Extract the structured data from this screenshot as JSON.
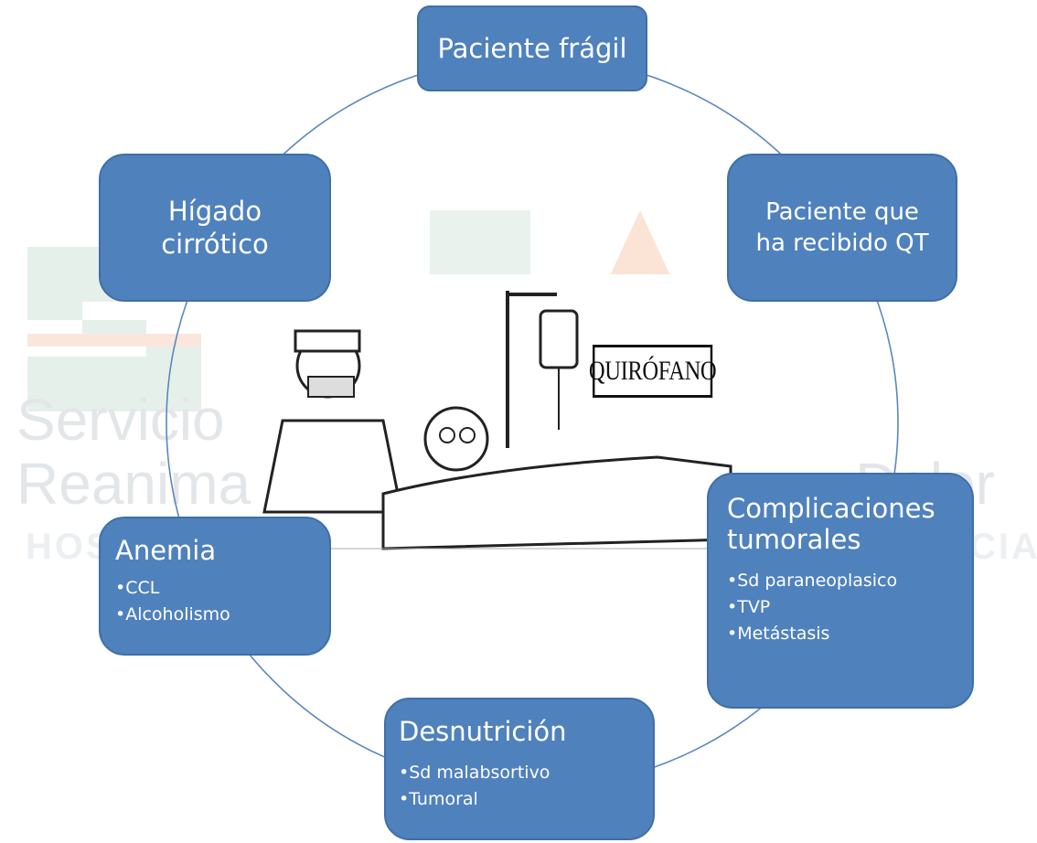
{
  "watermark": {
    "line1": "Servicio",
    "line2": "Reanima",
    "line2_right": "Dolor",
    "line3": "HOS",
    "line3_right": "CIA"
  },
  "nodes": {
    "paciente_fragil": {
      "title": "Paciente frágil"
    },
    "higado_cirrotico": {
      "title": "Hígado cirrótico"
    },
    "paciente_qt": {
      "title": "Paciente que ha recibido QT"
    },
    "anemia": {
      "title": "Anemia",
      "items": [
        "•CCL",
        "•Alcoholismo"
      ]
    },
    "complicaciones": {
      "title": "Complicaciones tumorales",
      "items": [
        "•Sd paraneoplasico",
        "•TVP",
        "•Metástasis"
      ]
    },
    "desnutricion": {
      "title": "Desnutrición",
      "items": [
        "•Sd malabsortivo",
        "•Tumoral"
      ]
    }
  },
  "illustration": {
    "sign_text": "QUIRÓFANO"
  },
  "colors": {
    "box_fill": "#4f81bd",
    "box_border": "#3f6fa8",
    "ring": "#5b86bf"
  }
}
